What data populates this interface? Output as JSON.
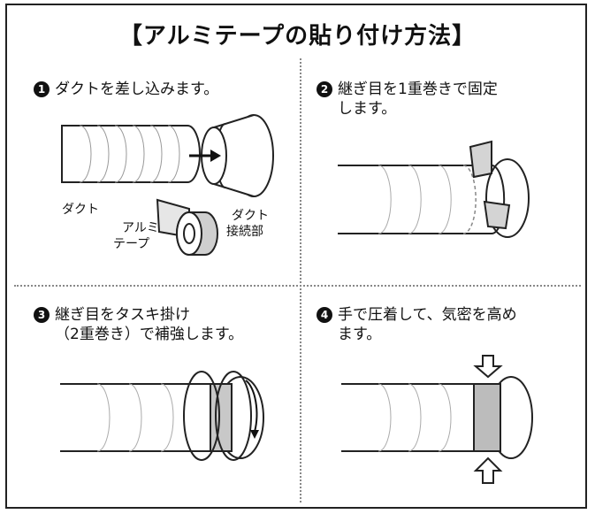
{
  "title": "【アルミテープの貼り付け方法】",
  "steps": [
    {
      "num": "1",
      "line1": "ダクトを差し込みます。",
      "line2": ""
    },
    {
      "num": "2",
      "line1": "継ぎ目を1重巻きで固定",
      "line2": "します。"
    },
    {
      "num": "3",
      "line1": "継ぎ目をタスキ掛け",
      "line2": "（2重巻き）で補強します。"
    },
    {
      "num": "4",
      "line1": "手で圧着して、気密を高め",
      "line2": "ます。"
    }
  ],
  "labels": {
    "duct": "ダクト",
    "aluminum_tape_1": "アルミ",
    "aluminum_tape_2": "テープ",
    "duct_joint_1": "ダクト",
    "duct_joint_2": "接続部"
  }
}
